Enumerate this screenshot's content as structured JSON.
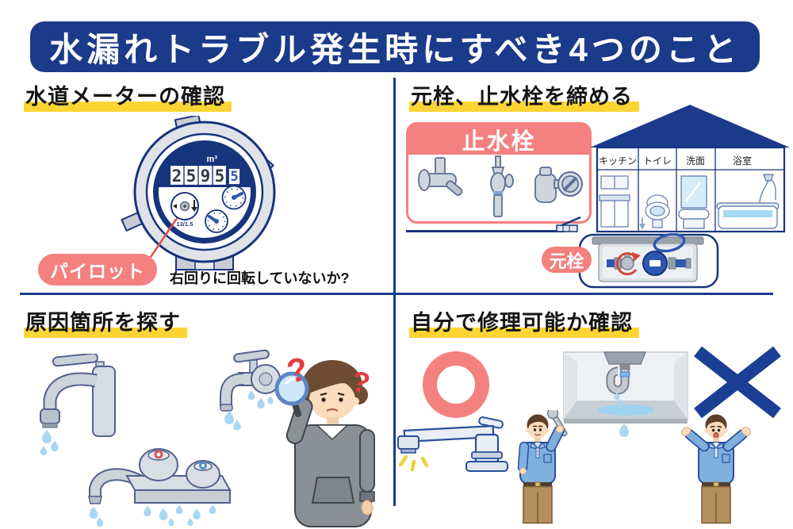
{
  "title": "水漏れトラブル発生時にすべき4つのこと",
  "colors": {
    "primary_blue": "#1b3a8a",
    "meter_navy": "#17357d",
    "accent_pink": "#f4807f",
    "highlight_yellow": "#fcd535",
    "water_blue": "#a9d7f3",
    "ng_blue": "#1b3f94"
  },
  "sections": {
    "meter": {
      "heading": "水道メーターの確認",
      "digits": [
        "2",
        "5",
        "9",
        "5"
      ],
      "sub_digit": "5",
      "unit": "m³",
      "pilot_spec": "13/1.5",
      "pilot_label": "パイロット",
      "caption": "右回りに回転していないか?"
    },
    "valves": {
      "heading": "元栓、止水栓を締める",
      "stop_valve": "止水栓",
      "main_valve": "元栓",
      "rooms": [
        "キッチン",
        "トイレ",
        "洗面",
        "浴室"
      ]
    },
    "cause": {
      "heading": "原因箇所を探す",
      "qmark": "?"
    },
    "repair": {
      "heading": "自分で修理可能か確認"
    }
  }
}
